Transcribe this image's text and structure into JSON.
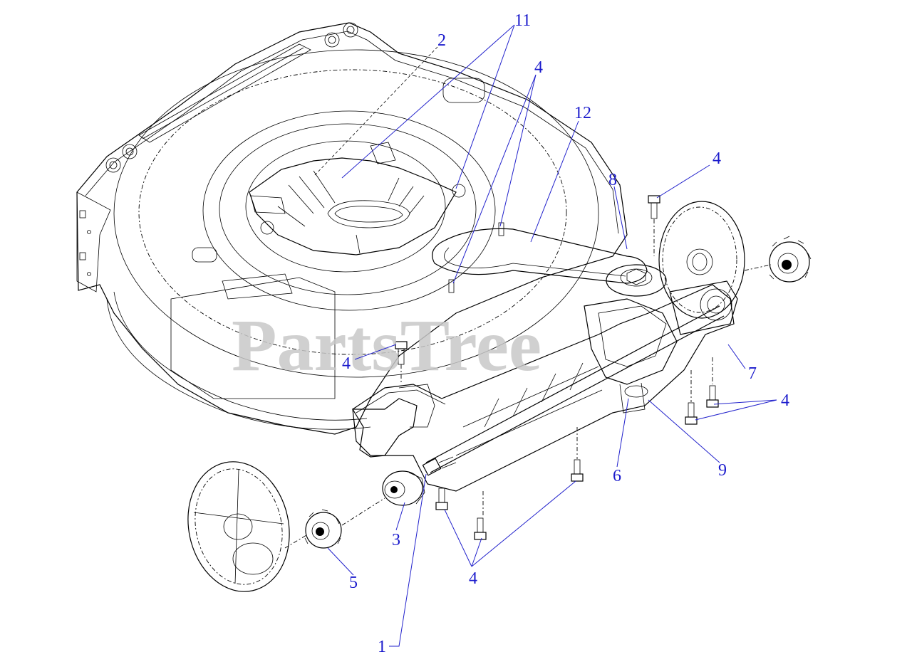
{
  "diagram": {
    "watermark": "PartsTree",
    "callouts": [
      {
        "id": "c11",
        "label": "11"
      },
      {
        "id": "c2",
        "label": "2"
      },
      {
        "id": "c4a",
        "label": "4"
      },
      {
        "id": "c12",
        "label": "12"
      },
      {
        "id": "c4b",
        "label": "4"
      },
      {
        "id": "c8",
        "label": "8"
      },
      {
        "id": "c4c",
        "label": "4"
      },
      {
        "id": "c7",
        "label": "7"
      },
      {
        "id": "c4d",
        "label": "4"
      },
      {
        "id": "c9",
        "label": "9"
      },
      {
        "id": "c6",
        "label": "6"
      },
      {
        "id": "c3",
        "label": "3"
      },
      {
        "id": "c5",
        "label": "5"
      },
      {
        "id": "c4e",
        "label": "4"
      },
      {
        "id": "c1",
        "label": "1"
      }
    ]
  }
}
